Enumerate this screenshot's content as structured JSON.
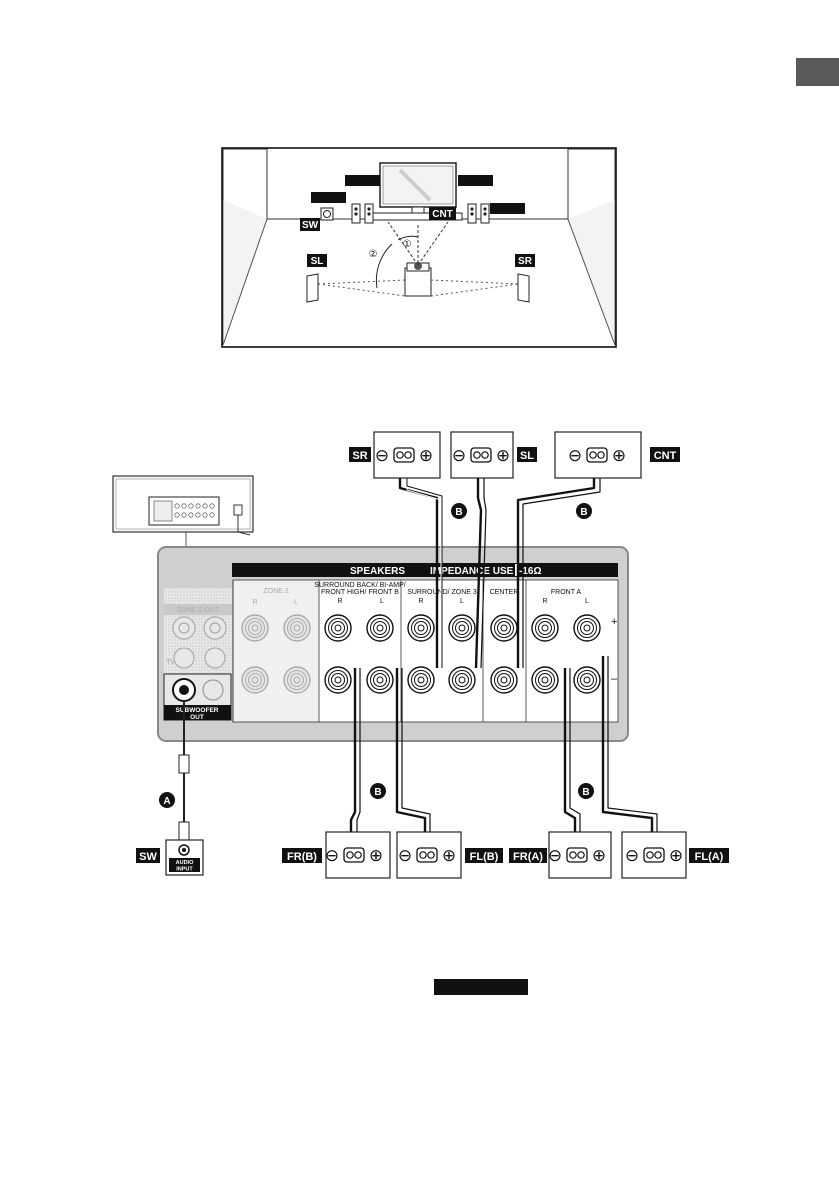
{
  "room_labels": {
    "sw": "SW",
    "cnt": "CNT",
    "sl": "SL",
    "sr": "SR",
    "angle1": "①",
    "angle2": "②"
  },
  "speaker_labels": {
    "sr": "SR",
    "sl": "SL",
    "cnt": "CNT",
    "sw": "SW",
    "fr_b": "FR(B)",
    "fl_b": "FL(B)",
    "fr_a": "FR(A)",
    "fl_a": "FL(A)"
  },
  "panel": {
    "speakers_header": "SPEAKERS",
    "impedance_header": "IMPEDANCE USE",
    "impedance_value": "-16Ω",
    "zone2": "ZONE 2",
    "zone2_r": "R",
    "zone2_l": "L",
    "surround_back_1": "SURROUND BACK/ BI-AMP/",
    "surround_back_2": "FRONT HIGH/ FRONT B",
    "sb_r": "R",
    "sb_l": "L",
    "surround_zone3": "SURROUND/ ZONE 3",
    "sur_r": "R",
    "sur_l": "L",
    "center": "CENTER",
    "front_a": "FRONT A",
    "fa_r": "R",
    "fa_l": "L",
    "plus": "+",
    "minus": "–",
    "zone2_out": "ZONE 2 OUT",
    "tv": "TV",
    "subwoofer_out_1": "SUBWOOFER",
    "subwoofer_out_2": "OUT",
    "audio_input_1": "AUDIO",
    "audio_input_2": "INPUT"
  },
  "cable_markers": {
    "a": "A",
    "b": "B"
  },
  "terminal_symbols": {
    "minus": "⊖",
    "plus": "⊕"
  }
}
